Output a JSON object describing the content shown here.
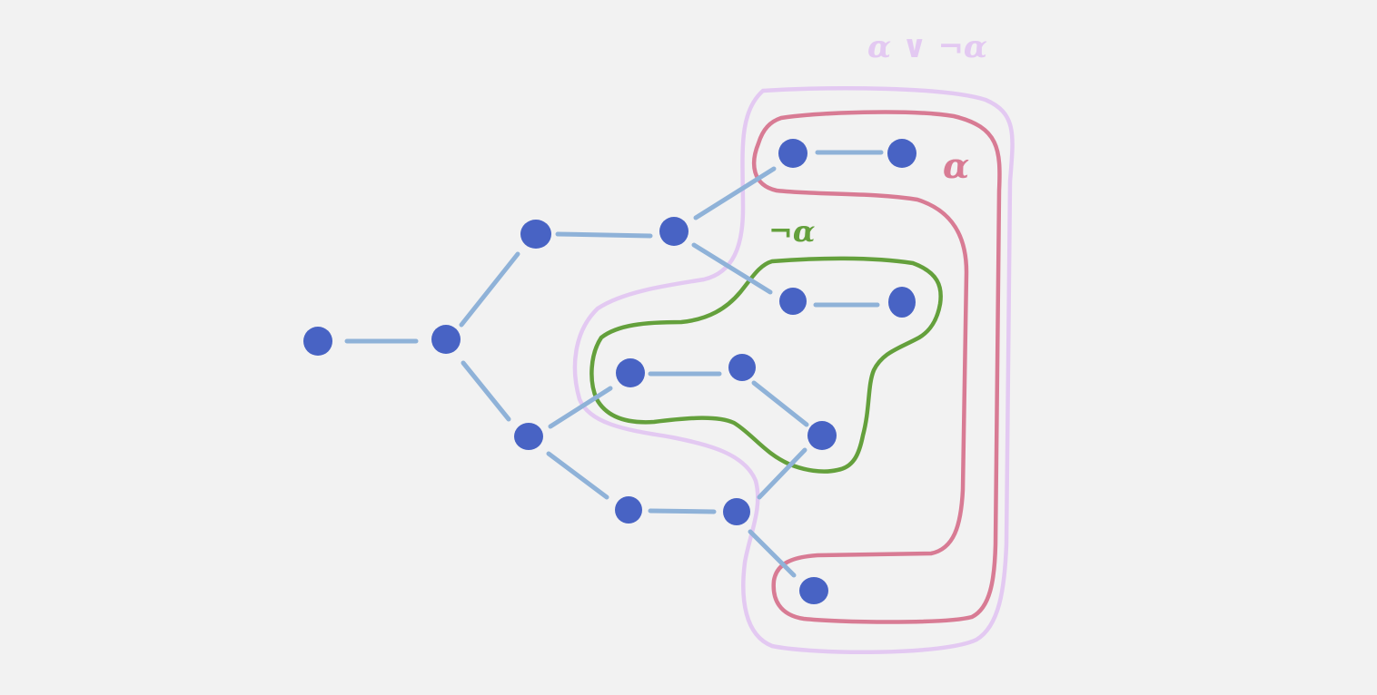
{
  "diagram": {
    "colors": {
      "background": "#f2f2f2",
      "node": "#4863c4",
      "edge": "#8fb2d8",
      "alpha_region": "#d87b94",
      "not_alpha_region": "#64a03c",
      "alpha_or_not_alpha_region": "#e3c9f2"
    },
    "labels": {
      "alpha": "α",
      "not_alpha": "¬α",
      "alpha_or_not_alpha": "α ∨ ¬α"
    }
  }
}
